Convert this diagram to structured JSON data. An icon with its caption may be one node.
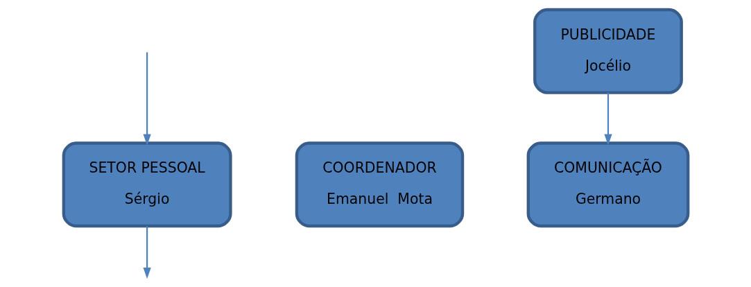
{
  "diagram": {
    "nodes": [
      {
        "text": [
          "SETOR PESSOAL",
          "Sérgio"
        ]
      },
      {
        "text": [
          "COORDENADOR",
          "Emanuel  Mota"
        ]
      },
      {
        "text": [
          "PUBLICIDADE",
          "Jocélio"
        ]
      },
      {
        "text": [
          "COMUNICAÇÃO",
          "Germano"
        ]
      }
    ],
    "edges": [
      {
        "from": null,
        "to": 0,
        "arrow": "to"
      },
      {
        "from": 0,
        "to": null,
        "arrow": "to"
      },
      {
        "from": 2,
        "to": 3,
        "arrow": "to"
      }
    ]
  }
}
